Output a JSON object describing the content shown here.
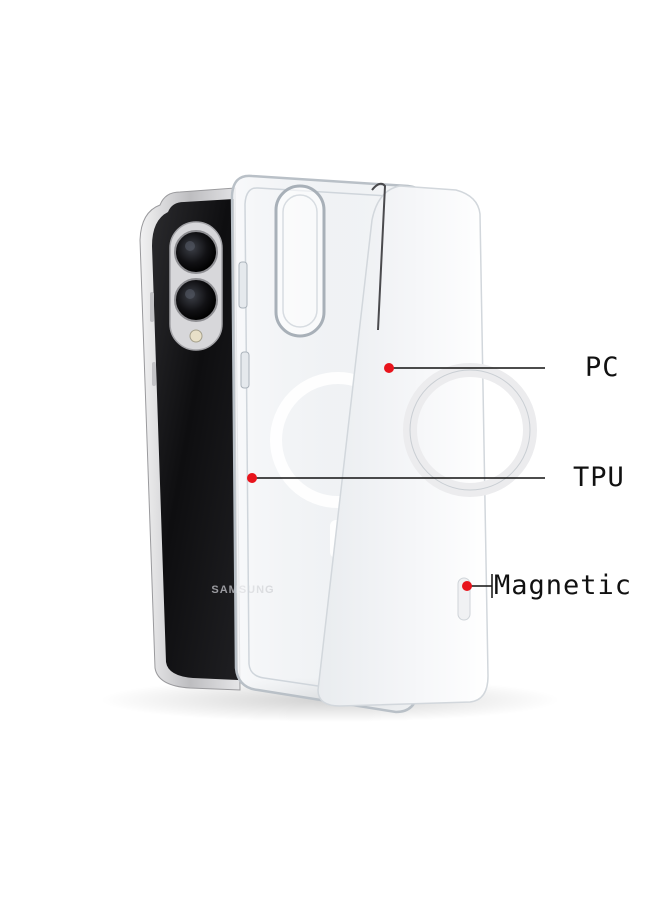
{
  "product": {
    "brand_text": "SAMSUNG"
  },
  "callouts": [
    {
      "id": "pc",
      "label": "PC"
    },
    {
      "id": "tpu",
      "label": "TPU"
    },
    {
      "id": "magnetic",
      "label": "Magnetic"
    }
  ],
  "colors": {
    "callout_dot": "#e8141c",
    "callout_line": "#111111",
    "phone_body": "#1c1c1e",
    "phone_frame": "#c9c9cb",
    "case_clear": "#eef1f4",
    "magnet_ring": "#ffffff"
  }
}
